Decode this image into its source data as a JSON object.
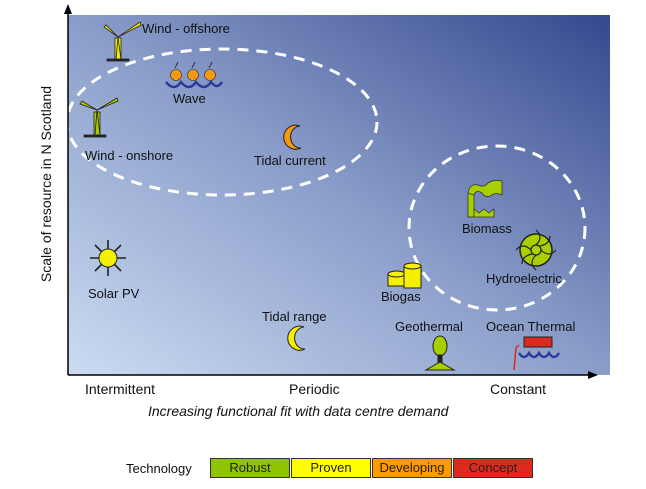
{
  "axes": {
    "y_label": "Scale of resource in N Scotland",
    "x_label": "Increasing functional fit with data centre demand",
    "x_ticks": [
      "Intermittent",
      "Periodic",
      "Constant"
    ]
  },
  "technologies": [
    {
      "name": "Wind - offshore",
      "icon": "wind-turbine-icon",
      "status": "Proven"
    },
    {
      "name": "Wave",
      "icon": "wave-icon",
      "status": "Developing"
    },
    {
      "name": "Wind - onshore",
      "icon": "wind-turbine-icon",
      "status": "Robust"
    },
    {
      "name": "Tidal current",
      "icon": "moon-icon",
      "status": "Developing"
    },
    {
      "name": "Solar PV",
      "icon": "sun-icon",
      "status": "Proven"
    },
    {
      "name": "Tidal range",
      "icon": "moon-icon",
      "status": "Proven"
    },
    {
      "name": "Biomass",
      "icon": "factory-icon",
      "status": "Robust"
    },
    {
      "name": "Hydroelectric",
      "icon": "turbine-icon",
      "status": "Robust"
    },
    {
      "name": "Biogas",
      "icon": "tanks-icon",
      "status": "Proven"
    },
    {
      "name": "Geothermal",
      "icon": "tree-icon",
      "status": "Robust"
    },
    {
      "name": "Ocean Thermal",
      "icon": "ocean-thermal-icon",
      "status": "Concept"
    }
  ],
  "legend": {
    "title": "Technology",
    "items": [
      {
        "label": "Robust",
        "color": "#8fc400"
      },
      {
        "label": "Proven",
        "color": "#ffff00"
      },
      {
        "label": "Developing",
        "color": "#ff9900"
      },
      {
        "label": "Concept",
        "color": "#dd2a1e"
      }
    ]
  }
}
